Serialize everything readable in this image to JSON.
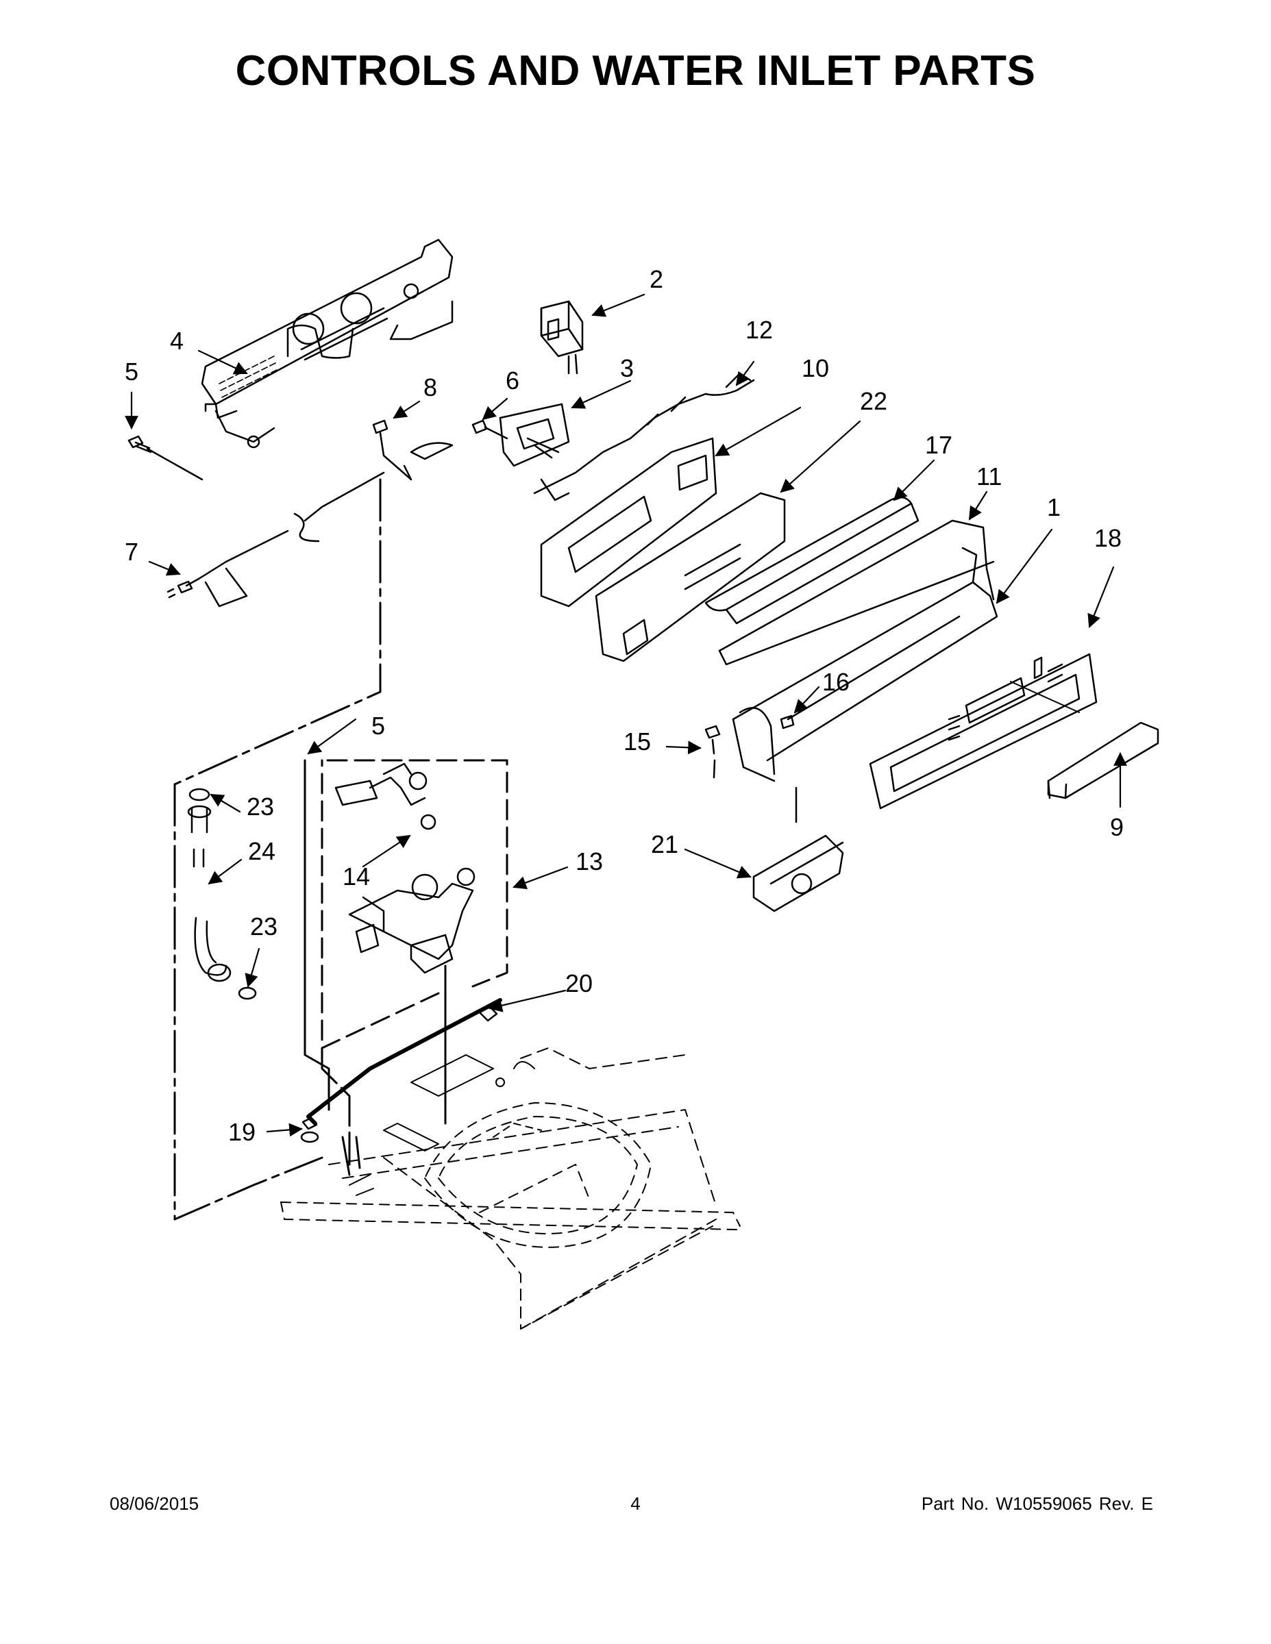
{
  "title": "CONTROLS AND WATER INLET PARTS",
  "callouts": [
    {
      "id": "c2",
      "label": "2"
    },
    {
      "id": "c12",
      "label": "12"
    },
    {
      "id": "c4",
      "label": "4"
    },
    {
      "id": "c5a",
      "label": "5"
    },
    {
      "id": "c3",
      "label": "3"
    },
    {
      "id": "c10",
      "label": "10"
    },
    {
      "id": "c8",
      "label": "8"
    },
    {
      "id": "c6",
      "label": "6"
    },
    {
      "id": "c22",
      "label": "22"
    },
    {
      "id": "c17",
      "label": "17"
    },
    {
      "id": "c11",
      "label": "11"
    },
    {
      "id": "c1",
      "label": "1"
    },
    {
      "id": "c18",
      "label": "18"
    },
    {
      "id": "c7",
      "label": "7"
    },
    {
      "id": "c16",
      "label": "16"
    },
    {
      "id": "c5b",
      "label": "5"
    },
    {
      "id": "c15",
      "label": "15"
    },
    {
      "id": "c23a",
      "label": "23"
    },
    {
      "id": "c24",
      "label": "24"
    },
    {
      "id": "c13",
      "label": "13"
    },
    {
      "id": "c21",
      "label": "21"
    },
    {
      "id": "c9",
      "label": "9"
    },
    {
      "id": "c14",
      "label": "14"
    },
    {
      "id": "c23b",
      "label": "23"
    },
    {
      "id": "c20",
      "label": "20"
    },
    {
      "id": "c19",
      "label": "19"
    }
  ],
  "footer": {
    "date": "08/06/2015",
    "page": "4",
    "part": "Part No.  W10559065  Rev.  E"
  }
}
